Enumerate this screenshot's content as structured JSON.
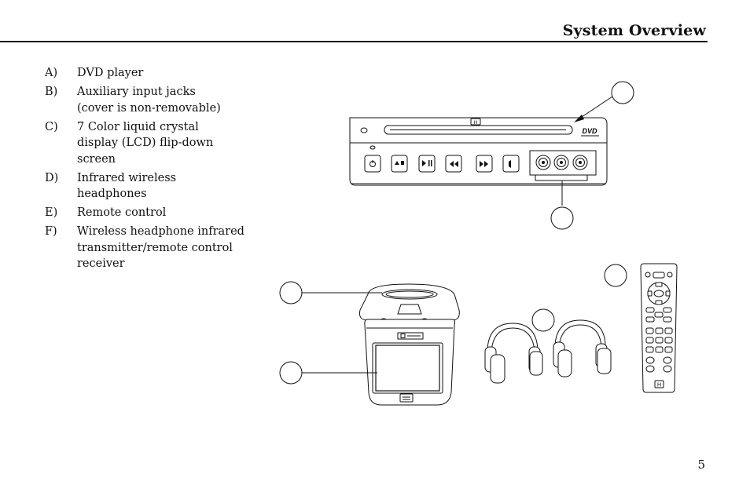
{
  "header": {
    "title": "System Overview"
  },
  "legend": [
    {
      "letter": "A)",
      "text": "DVD player"
    },
    {
      "letter": "B)",
      "text": "Auxiliary  input jacks\n  (cover is non-removable)"
    },
    {
      "letter": "C)",
      "text": "7   Color liquid crystal\ndisplay (LCD) flip-down\nscreen"
    },
    {
      "letter": "D)",
      "text": "Infrared wireless\nheadphones"
    },
    {
      "letter": "E)",
      "text": "Remote control"
    },
    {
      "letter": "F)",
      "text": "Wireless headphone infrared\ntransmitter/remote control\nreceiver"
    }
  ],
  "dvd_badge": "DVD",
  "page_number": "5"
}
